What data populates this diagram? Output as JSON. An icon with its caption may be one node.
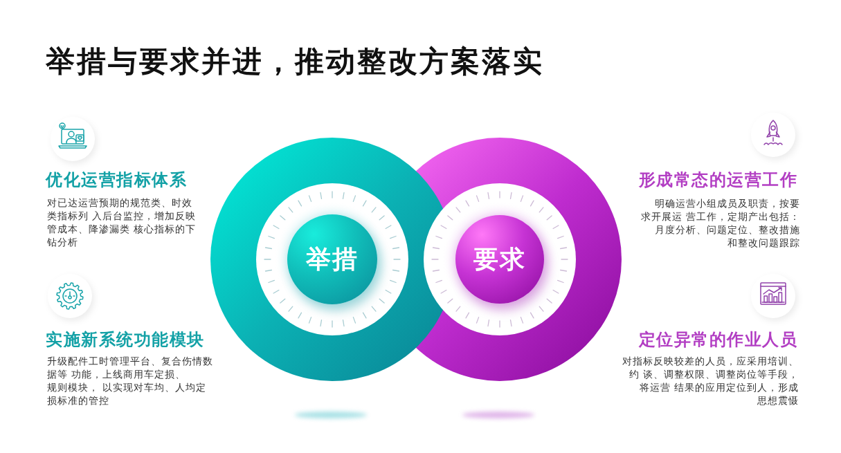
{
  "diagram": {
    "title": "举措与要求并进，推动整改方案落实",
    "nodes": [
      {
        "text": [
          "举措"
        ]
      },
      {
        "text": [
          "要求"
        ]
      }
    ],
    "labels": [
      "优化运营指标体系",
      "对已达运营预期的规范类、时效类指标列 入后台监控，增加反映管成本、降渗漏类 核心指标的下钻分析",
      "形成常态的运营工作",
      "明确运营小组成员及职责，按要求开展运 营工作，定期产出包括：月度分析、问题定位、整改措施和整改问题跟踪",
      "实施新系统功能模块",
      "升级配件工时管理平台、复合伤情数据等 功能，上线商用车定损、规则模块， 以实现对车均、人均定损标准的管控",
      "定位异常的作业人员",
      "对指标反映较差的人员，应采用培训、约 谈、调整权限、调整岗位等手段，将运营 结果的应用定位到人，形成思想震慑"
    ]
  }
}
